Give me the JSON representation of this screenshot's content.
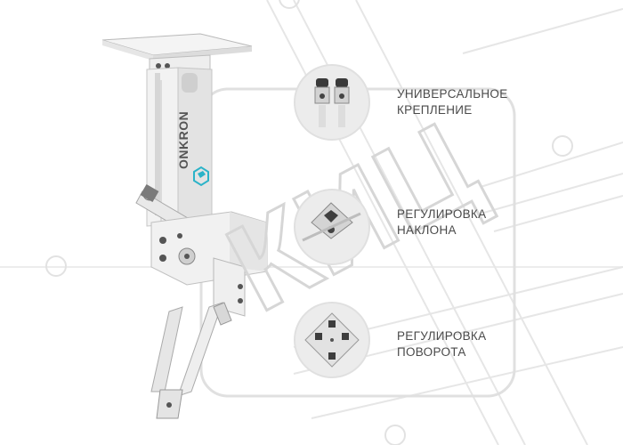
{
  "colors": {
    "brand_accent": "#2bb3c8",
    "text": "#4a4a4a",
    "line_pattern": "#e6e6e6",
    "watermark": "#dcdcdc",
    "circle_fill": "#eeeeee"
  },
  "watermark": {
    "text": "КИЦ"
  },
  "product": {
    "brand_text": "ONKRON",
    "brand_logo_icon": "onkron-hexagon-logo"
  },
  "features": [
    {
      "icon": "mount-plates-detail",
      "line1": "УНИВЕРСАЛЬНОЕ",
      "line2": "КРЕПЛЕНИЕ"
    },
    {
      "icon": "tilt-hinge-detail",
      "line1": "РЕГУЛИРОВКА",
      "line2": "НАКЛОНА"
    },
    {
      "icon": "rotation-plate-detail",
      "line1": "РЕГУЛИРОВКА",
      "line2": "ПОВОРОТА"
    }
  ]
}
